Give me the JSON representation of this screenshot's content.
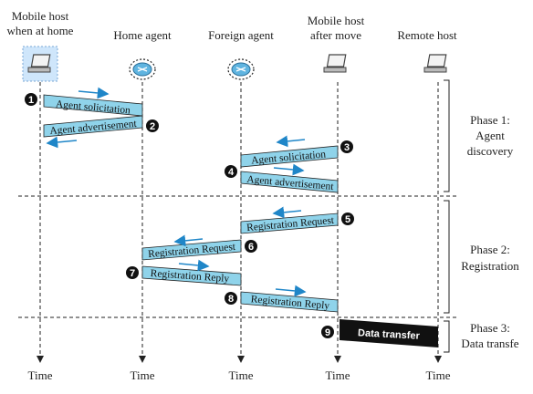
{
  "colors": {
    "message_fill": "#8fd3ea",
    "arrow": "#1f86c8",
    "lifeline": "#222222",
    "transfer_fill": "#111111"
  },
  "entities": [
    {
      "id": "mobile-home",
      "line1": "Mobile host",
      "line2": "when at home",
      "icon": "laptop-icon"
    },
    {
      "id": "home-agent",
      "line1": "Home agent",
      "line2": "",
      "icon": "router-icon"
    },
    {
      "id": "foreign-agent",
      "line1": "Foreign agent",
      "line2": "",
      "icon": "router-icon"
    },
    {
      "id": "mobile-after",
      "line1": "Mobile host",
      "line2": "after move",
      "icon": "laptop-icon"
    },
    {
      "id": "remote-host",
      "line1": "Remote host",
      "line2": "",
      "icon": "laptop-icon"
    }
  ],
  "time_label": "Time",
  "messages": [
    {
      "step": "1",
      "label": "Agent solicitation"
    },
    {
      "step": "2",
      "label": "Agent advertisement"
    },
    {
      "step": "3",
      "label": "Agent solicitation"
    },
    {
      "step": "4",
      "label": "Agent advertisement"
    },
    {
      "step": "5",
      "label": "Registration Request"
    },
    {
      "step": "6",
      "label": "Registration Request"
    },
    {
      "step": "7",
      "label": "Registration Reply"
    },
    {
      "step": "8",
      "label": "Registration Reply"
    },
    {
      "step": "9",
      "label": "Data transfer"
    }
  ],
  "phases": [
    {
      "line1": "Phase 1:",
      "line2": "Agent",
      "line3": "discovery"
    },
    {
      "line1": "Phase 2:",
      "line2": "Registration",
      "line3": ""
    },
    {
      "line1": "Phase 3:",
      "line2": "Data transfe",
      "line3": ""
    }
  ]
}
